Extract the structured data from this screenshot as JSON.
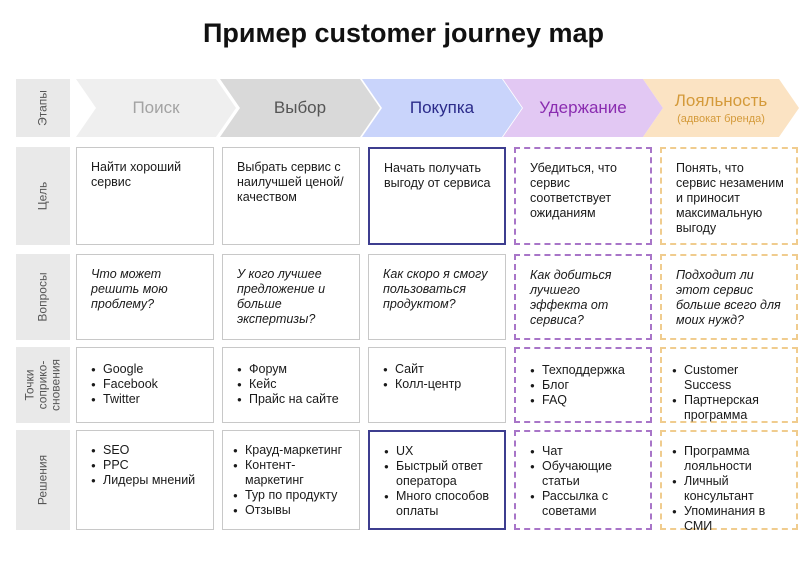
{
  "title": "Пример customer journey map",
  "row_labels": [
    "Этапы",
    "Цель",
    "Вопросы",
    "Точки\nсоприко-\nсновения",
    "Решения"
  ],
  "stages": [
    {
      "name": "Поиск",
      "color": "#a3a3a3",
      "fill": "#efefef"
    },
    {
      "name": "Выбор",
      "color": "#555555",
      "fill": "#d9d9d9"
    },
    {
      "name": "Покупка",
      "color": "#2b2b8a",
      "fill": "#c9d4fb"
    },
    {
      "name": "Удержание",
      "color": "#8a2cb0",
      "fill": "#e2c8f3"
    },
    {
      "name": "Лояльность",
      "subtitle": "(адвокат бренда)",
      "color": "#d49a3a",
      "fill": "#fbe3c3"
    }
  ],
  "goals": [
    "Найти хороший сервис",
    "Выбрать сервис с наилучшей ценой/качеством",
    "Начать получать выгоду от сервиса",
    "Убедиться, что сервис соответствует ожиданиям",
    "Понять, что сервис незаменим и приносит максимальную выгоду"
  ],
  "questions": [
    "Что может решить мою проблему?",
    "У кого лучшее предложение и больше экспертизы?",
    "Как скоро я смогу пользоваться продуктом?",
    "Как добиться лучшего эффекта от сервиса?",
    "Подходит ли этот сервис больше всего для моих нужд?"
  ],
  "touchpoints": [
    [
      "Google",
      "Facebook",
      "Twitter"
    ],
    [
      "Форум",
      "Кейс",
      "Прайс на сайте"
    ],
    [
      "Сайт",
      "Колл-центр"
    ],
    [
      "Техподдержка",
      "Блог",
      "FAQ"
    ],
    [
      "Customer Success",
      "Партнерская программа"
    ]
  ],
  "solutions": [
    [
      "SEO",
      "PPC",
      "Лидеры мнений"
    ],
    [
      "Крауд-маркетинг",
      "Контент-маркетинг",
      "Тур по продукту",
      "Отзывы"
    ],
    [
      "UX",
      "Быстрый ответ оператора",
      "Много способов оплаты"
    ],
    [
      "Чат",
      "Обучающие статьи",
      "Рассылка с советами"
    ],
    [
      "Программа лояльности",
      "Личный консультант",
      "Упоминания в СМИ"
    ]
  ]
}
